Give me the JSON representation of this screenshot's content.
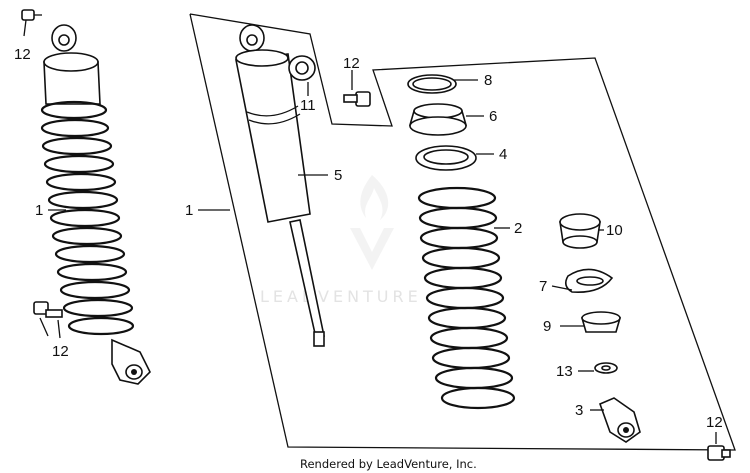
{
  "callouts": {
    "c12_top_left": "12",
    "c1_left": "1",
    "c12_mid_left": "12",
    "c1_frame": "1",
    "c5": "5",
    "c11": "11",
    "c12_top_mid": "12",
    "c8": "8",
    "c6": "6",
    "c4": "4",
    "c2": "2",
    "c10": "10",
    "c7": "7",
    "c9": "9",
    "c13": "13",
    "c3": "3",
    "c12_bottom_right": "12"
  },
  "watermark": "LEADVENTURE",
  "footer_text": "Rendered by LeadVenture, Inc."
}
